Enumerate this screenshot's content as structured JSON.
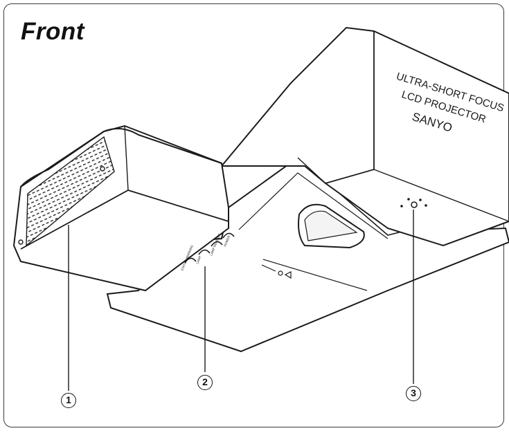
{
  "title": "Front",
  "product_text": {
    "line1": "ULTRA-SHORT FOCUS",
    "line2": "LCD PROJECTOR",
    "brand": "SANYO"
  },
  "indicator_labels": [
    "STATUS WARNING",
    "LAMP",
    "LAMP REPLACE",
    "POWER"
  ],
  "callouts": [
    {
      "number": "1",
      "target": "air-intake-vent"
    },
    {
      "number": "2",
      "target": "indicators"
    },
    {
      "number": "3",
      "target": "infrared-remote-receiver"
    }
  ],
  "colors": {
    "line": "#1a1a1a",
    "border": "#3a3a3a",
    "background": "#ffffff"
  }
}
